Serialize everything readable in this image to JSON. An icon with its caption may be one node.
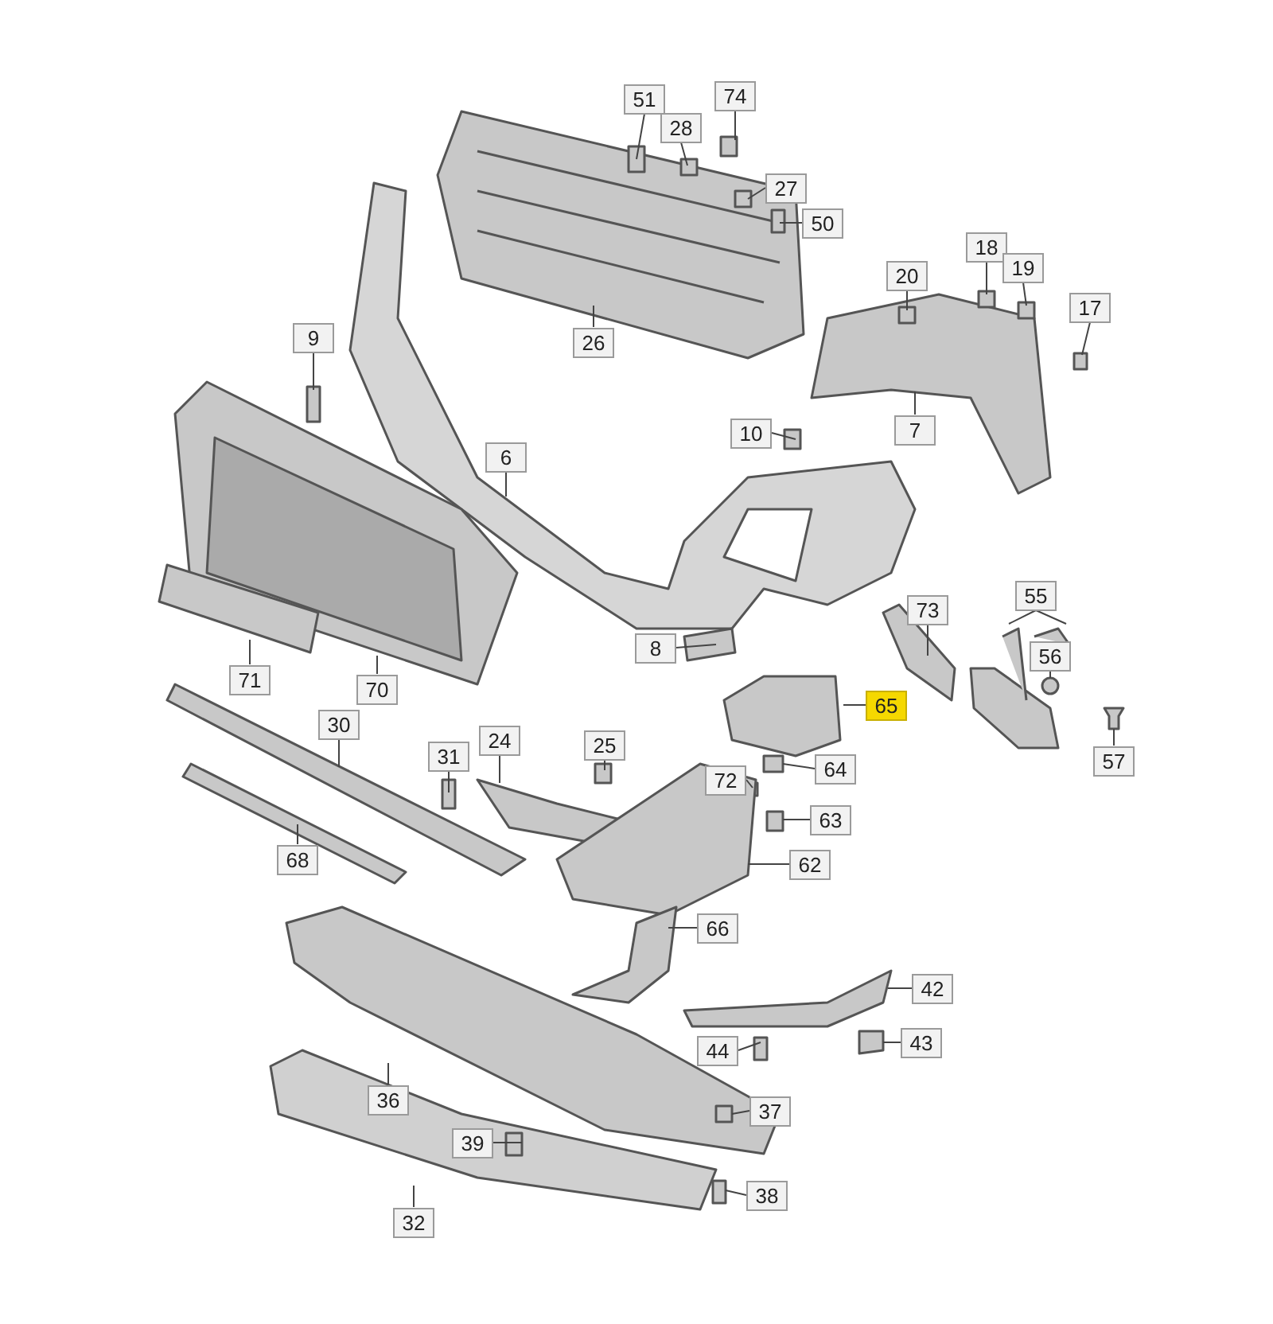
{
  "diagram": {
    "nodes": [
      {
        "text": [
          "51"
        ]
      },
      {
        "text": [
          "28"
        ]
      },
      {
        "text": [
          "74"
        ]
      },
      {
        "text": [
          "27"
        ]
      },
      {
        "text": [
          "50"
        ]
      },
      {
        "text": [
          "26"
        ]
      },
      {
        "text": [
          "20"
        ]
      },
      {
        "text": [
          "18"
        ]
      },
      {
        "text": [
          "19"
        ]
      },
      {
        "text": [
          "17"
        ]
      },
      {
        "text": [
          "9"
        ]
      },
      {
        "text": [
          "7"
        ]
      },
      {
        "text": [
          "10"
        ]
      },
      {
        "text": [
          "6"
        ]
      },
      {
        "text": [
          "8"
        ]
      },
      {
        "text": [
          "71"
        ]
      },
      {
        "text": [
          "70"
        ]
      },
      {
        "text": [
          "73"
        ]
      },
      {
        "text": [
          "55"
        ]
      },
      {
        "text": [
          "56"
        ]
      },
      {
        "text": [
          "65"
        ]
      },
      {
        "text": [
          "57"
        ]
      },
      {
        "text": [
          "30"
        ]
      },
      {
        "text": [
          "31"
        ]
      },
      {
        "text": [
          "24"
        ]
      },
      {
        "text": [
          "25"
        ]
      },
      {
        "text": [
          "72"
        ]
      },
      {
        "text": [
          "64"
        ]
      },
      {
        "text": [
          "63"
        ]
      },
      {
        "text": [
          "62"
        ]
      },
      {
        "text": [
          "68"
        ]
      },
      {
        "text": [
          "66"
        ]
      },
      {
        "text": [
          "42"
        ]
      },
      {
        "text": [
          "44"
        ]
      },
      {
        "text": [
          "43"
        ]
      },
      {
        "text": [
          "36"
        ]
      },
      {
        "text": [
          "37"
        ]
      },
      {
        "text": [
          "39"
        ]
      },
      {
        "text": [
          "38"
        ]
      },
      {
        "text": [
          "32"
        ]
      }
    ],
    "edges": [
      {
        "from": 0,
        "to": null,
        "arrow": "none"
      },
      {
        "from": 1,
        "to": null,
        "arrow": "none"
      },
      {
        "from": 2,
        "to": null,
        "arrow": "none"
      },
      {
        "from": 3,
        "to": null,
        "arrow": "none"
      },
      {
        "from": 4,
        "to": null,
        "arrow": "none"
      },
      {
        "from": 5,
        "to": null,
        "arrow": "none"
      },
      {
        "from": 6,
        "to": null,
        "arrow": "none"
      },
      {
        "from": 7,
        "to": null,
        "arrow": "none"
      },
      {
        "from": 8,
        "to": null,
        "arrow": "none"
      },
      {
        "from": 9,
        "to": null,
        "arrow": "none"
      },
      {
        "from": 10,
        "to": null,
        "arrow": "none"
      },
      {
        "from": 11,
        "to": null,
        "arrow": "none"
      },
      {
        "from": 12,
        "to": null,
        "arrow": "none"
      },
      {
        "from": 13,
        "to": null,
        "arrow": "none"
      },
      {
        "from": 14,
        "to": null,
        "arrow": "none"
      },
      {
        "from": 15,
        "to": null,
        "arrow": "none"
      },
      {
        "from": 16,
        "to": null,
        "arrow": "none"
      },
      {
        "from": 17,
        "to": null,
        "arrow": "none"
      },
      {
        "from": 18,
        "to": null,
        "arrow": "none"
      },
      {
        "from": 18,
        "to": null,
        "arrow": "none"
      },
      {
        "from": 19,
        "to": null,
        "arrow": "none"
      },
      {
        "from": 20,
        "to": null,
        "arrow": "none"
      },
      {
        "from": 21,
        "to": null,
        "arrow": "none"
      },
      {
        "from": 22,
        "to": null,
        "arrow": "none"
      },
      {
        "from": 23,
        "to": null,
        "arrow": "none"
      },
      {
        "from": 24,
        "to": null,
        "arrow": "none"
      },
      {
        "from": 25,
        "to": null,
        "arrow": "none"
      },
      {
        "from": 26,
        "to": null,
        "arrow": "none"
      },
      {
        "from": 27,
        "to": null,
        "arrow": "none"
      },
      {
        "from": 28,
        "to": null,
        "arrow": "none"
      },
      {
        "from": 29,
        "to": null,
        "arrow": "none"
      },
      {
        "from": 30,
        "to": null,
        "arrow": "none"
      },
      {
        "from": 31,
        "to": null,
        "arrow": "none"
      },
      {
        "from": 32,
        "to": null,
        "arrow": "none"
      },
      {
        "from": 33,
        "to": null,
        "arrow": "none"
      },
      {
        "from": 34,
        "to": null,
        "arrow": "none"
      },
      {
        "from": 35,
        "to": null,
        "arrow": "none"
      },
      {
        "from": 36,
        "to": null,
        "arrow": "none"
      },
      {
        "from": 37,
        "to": null,
        "arrow": "none"
      },
      {
        "from": 38,
        "to": null,
        "arrow": "none"
      },
      {
        "from": 39,
        "to": null,
        "arrow": "none"
      }
    ]
  }
}
